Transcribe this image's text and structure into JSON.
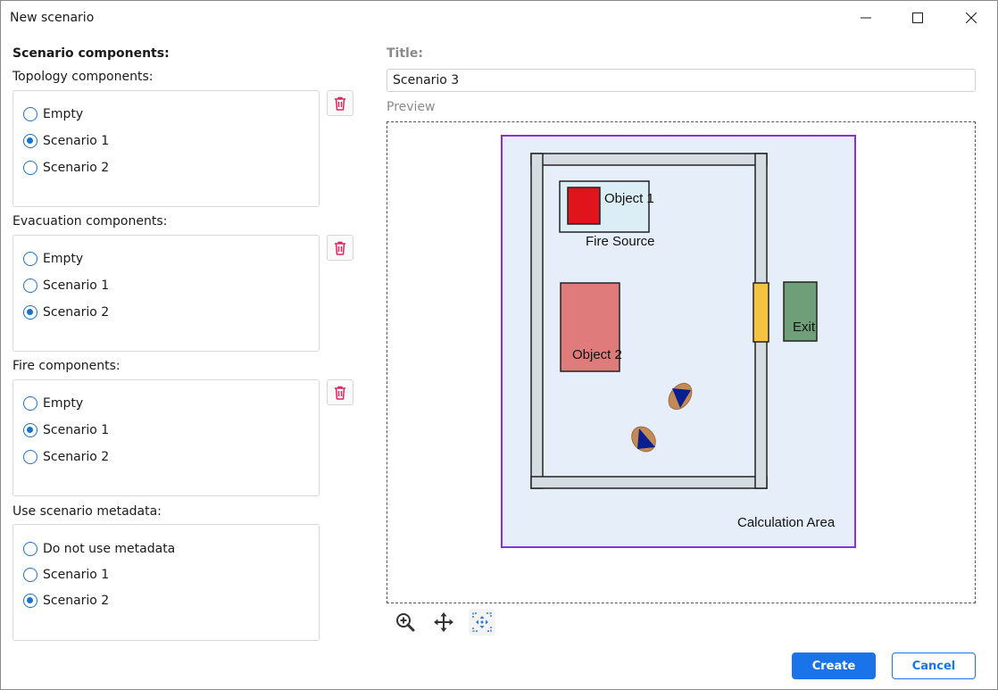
{
  "window": {
    "title": "New scenario"
  },
  "left": {
    "heading": "Scenario components:",
    "topology": {
      "label": "Topology components:",
      "options": [
        {
          "label": "Empty",
          "checked": false
        },
        {
          "label": "Scenario 1",
          "checked": true
        },
        {
          "label": "Scenario 2",
          "checked": false
        }
      ]
    },
    "evacuation": {
      "label": "Evacuation components:",
      "options": [
        {
          "label": "Empty",
          "checked": false
        },
        {
          "label": "Scenario 1",
          "checked": false
        },
        {
          "label": "Scenario 2",
          "checked": true
        }
      ]
    },
    "fire": {
      "label": "Fire components:",
      "options": [
        {
          "label": "Empty",
          "checked": false
        },
        {
          "label": "Scenario 1",
          "checked": true
        },
        {
          "label": "Scenario 2",
          "checked": false
        }
      ]
    },
    "metadata": {
      "label": "Use scenario metadata:",
      "options": [
        {
          "label": "Do not use metadata",
          "checked": false
        },
        {
          "label": "Scenario 1",
          "checked": false
        },
        {
          "label": "Scenario 2",
          "checked": true
        }
      ]
    }
  },
  "right": {
    "title_label": "Title:",
    "title_value": "Scenario 3",
    "preview_label": "Preview",
    "preview": {
      "object1": "Object 1",
      "fire_source": "Fire Source",
      "object2": "Object 2",
      "exit": "Exit",
      "calculation_area": "Calculation Area"
    },
    "tools": [
      "zoom-in-icon",
      "move-icon",
      "fit-view-icon"
    ]
  },
  "footer": {
    "create_label": "Create",
    "cancel_label": "Cancel"
  },
  "colors": {
    "accent": "#1a73e8",
    "radio": "#1a73c8",
    "delete_icon": "#e0245e",
    "calc_area_border": "#8b2fd6",
    "calc_area_fill": "#e6eef9",
    "fire_source": "#e0141b",
    "object2": "#e07b7b",
    "exit": "#6f9f78",
    "door": "#f5c242",
    "person": "#c48a55",
    "person_arrow": "#0a1f8f"
  }
}
